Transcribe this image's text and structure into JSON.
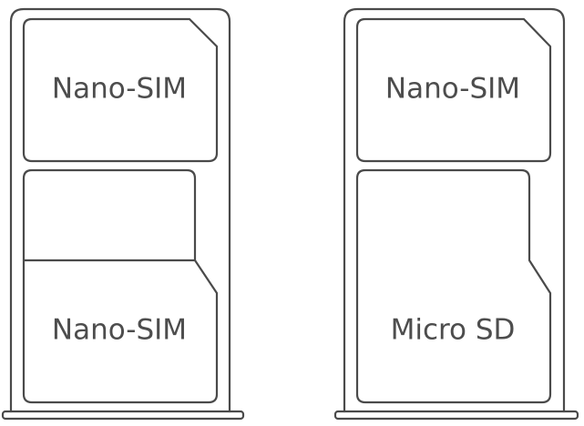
{
  "trays": [
    {
      "name": "dual-nano-sim-tray",
      "slots": [
        {
          "label": "Nano-SIM"
        },
        {
          "label": "Nano-SIM"
        }
      ]
    },
    {
      "name": "nano-sim-micro-sd-tray",
      "slots": [
        {
          "label": "Nano-SIM"
        },
        {
          "label": "Micro SD"
        }
      ]
    }
  ]
}
